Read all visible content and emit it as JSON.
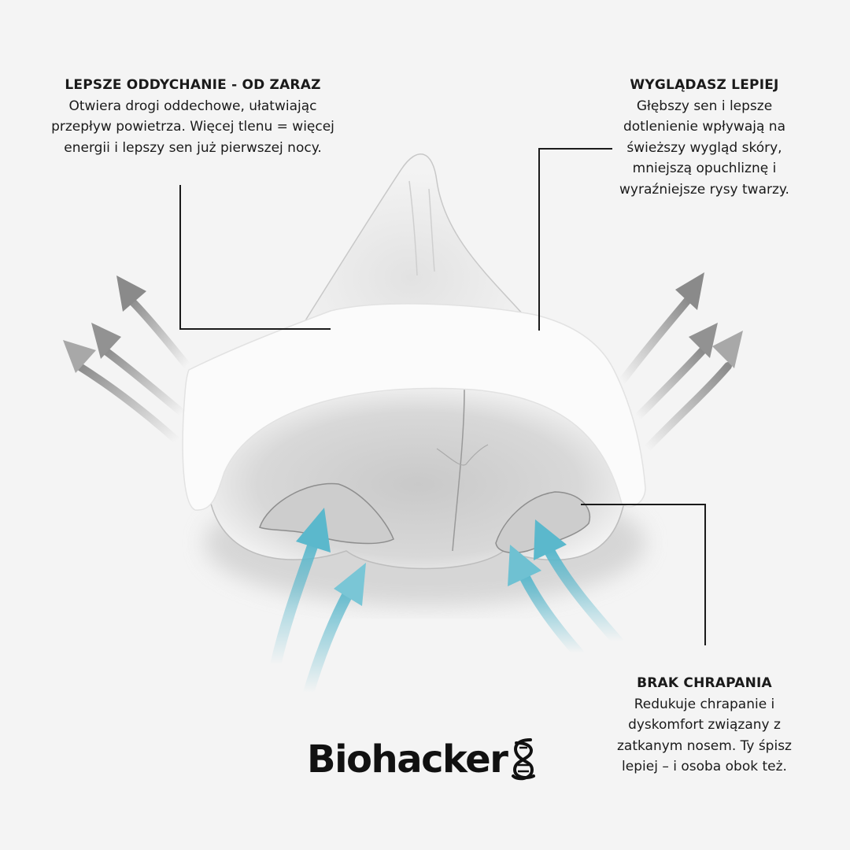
{
  "callouts": {
    "breathing": {
      "title": "LEPSZE ODDYCHANIE - OD ZARAZ",
      "lines": [
        "Otwiera drogi oddechowe, ułatwiając",
        "przepływ powietrza. Więcej tlenu = więcej",
        "energii i lepszy sen już pierwszej nocy."
      ]
    },
    "look": {
      "title": "WYGLĄDASZ LEPIEJ",
      "lines": [
        "Głębszy sen i lepsze",
        "dotlenienie wpływają na",
        "świeższy wygląd skóry,",
        "mniejszą opuchliznę i",
        "wyraźniejsze rysy twarzy."
      ]
    },
    "snoring": {
      "title": "BRAK CHRAPANIA",
      "lines": [
        "Redukuje chrapanie i",
        "dyskomfort związany z",
        "zatkanym nosem. Ty śpisz",
        "lepiej – i osoba obok też."
      ]
    }
  },
  "brand": {
    "name": "Biohacker",
    "mark_icon": "dna-s-icon"
  },
  "colors": {
    "background": "#f4f4f4",
    "inhale_arrow": "#5bb8cc",
    "exhale_arrow": "#8a8a8a",
    "line": "#1a1a1a"
  }
}
